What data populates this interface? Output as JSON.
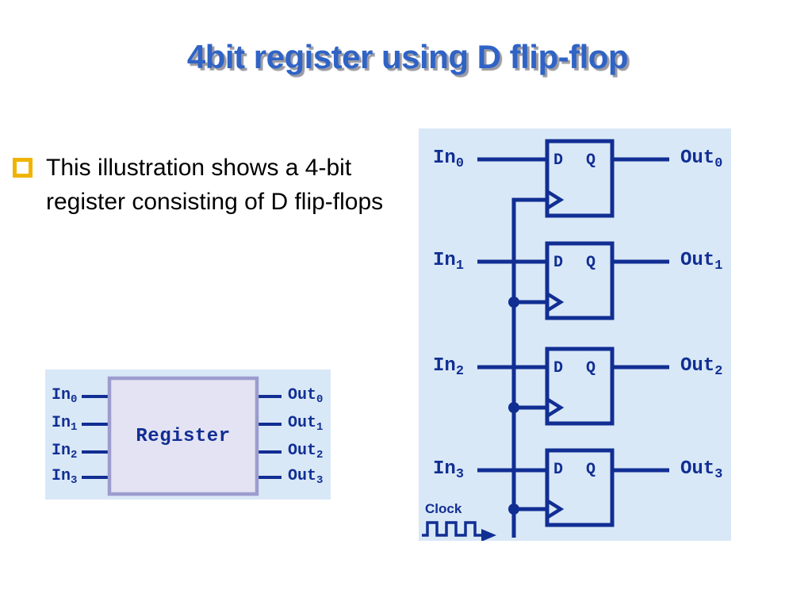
{
  "theme": {
    "bg": "#ffffff",
    "navy": "#112e93",
    "panel-blue": "#d9e8f7",
    "title-blue": "#2f63c5",
    "title-shadow": "#9a9aa2",
    "bullet-gold": "#f0b400",
    "box-lavender": "#e4e3f4",
    "box-border-purple": "#9d9cce",
    "body-text": "#000000"
  },
  "title": {
    "text": "4bit register using D flip-flop"
  },
  "bullet_item": {
    "text": "This illustration shows a 4-bit register consisting of D flip-flops"
  },
  "register_block_diagram": {
    "box_label": "Register",
    "inputs": [
      {
        "base": "In",
        "sub": "0"
      },
      {
        "base": "In",
        "sub": "1"
      },
      {
        "base": "In",
        "sub": "2"
      },
      {
        "base": "In",
        "sub": "3"
      }
    ],
    "outputs": [
      {
        "base": "Out",
        "sub": "0"
      },
      {
        "base": "Out",
        "sub": "1"
      },
      {
        "base": "Out",
        "sub": "2"
      },
      {
        "base": "Out",
        "sub": "3"
      }
    ]
  },
  "flipflop_diagram": {
    "d_port": "D",
    "q_port": "Q",
    "clock_label": "Clock",
    "inputs": [
      {
        "base": "In",
        "sub": "0"
      },
      {
        "base": "In",
        "sub": "1"
      },
      {
        "base": "In",
        "sub": "2"
      },
      {
        "base": "In",
        "sub": "3"
      }
    ],
    "outputs": [
      {
        "base": "Out",
        "sub": "0"
      },
      {
        "base": "Out",
        "sub": "1"
      },
      {
        "base": "Out",
        "sub": "2"
      },
      {
        "base": "Out",
        "sub": "3"
      }
    ]
  }
}
